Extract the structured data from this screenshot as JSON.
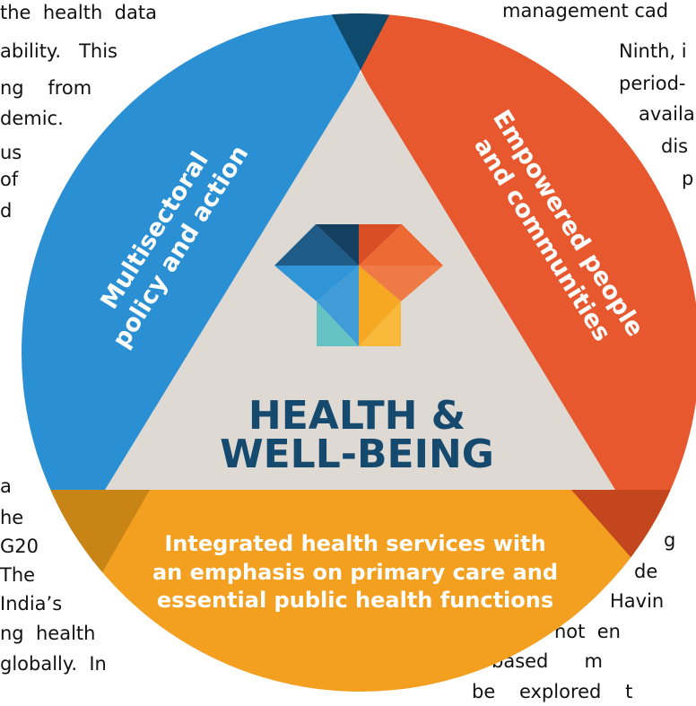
{
  "colors": {
    "blue": "#2a8fd3",
    "orange_red": "#e8582f",
    "amber": "#f3a021",
    "dark_navy": "#0f4a6c",
    "inner_triangle": "#dfd9d3",
    "title_navy": "#164b6f",
    "heart_blue_dark": "#1e5b87",
    "heart_blue": "#2f95d6",
    "heart_teal": "#66c3c4",
    "heart_orange": "#ee6a35",
    "heart_amber": "#f6a822"
  },
  "segments": {
    "left_line1": "Multisectoral",
    "left_line2": "policy and action",
    "right_line1": "Empowered people",
    "right_line2": "and communities",
    "bottom_line1": "Integrated health services with",
    "bottom_line2": "an emphasis on primary care and",
    "bottom_line3": "essential public health functions"
  },
  "center": {
    "icon": "heart-icon",
    "title_line1": "HEALTH &",
    "title_line2": "WELL-BEING"
  },
  "background_text": {
    "left": [
      "the  health  data",
      "ability.   This",
      "ng    from",
      "demic.",
      "us",
      "of",
      "d",
      "a",
      "he",
      "G20",
      "The",
      "India’s",
      "ng  health",
      "globally.  In"
    ],
    "right": [
      "management cad",
      "Ninth, i",
      "period-",
      "availa",
      "dis",
      "p",
      "g",
      "de",
      "Havin",
      "not  en",
      "based      m",
      "be    explored    t"
    ]
  }
}
